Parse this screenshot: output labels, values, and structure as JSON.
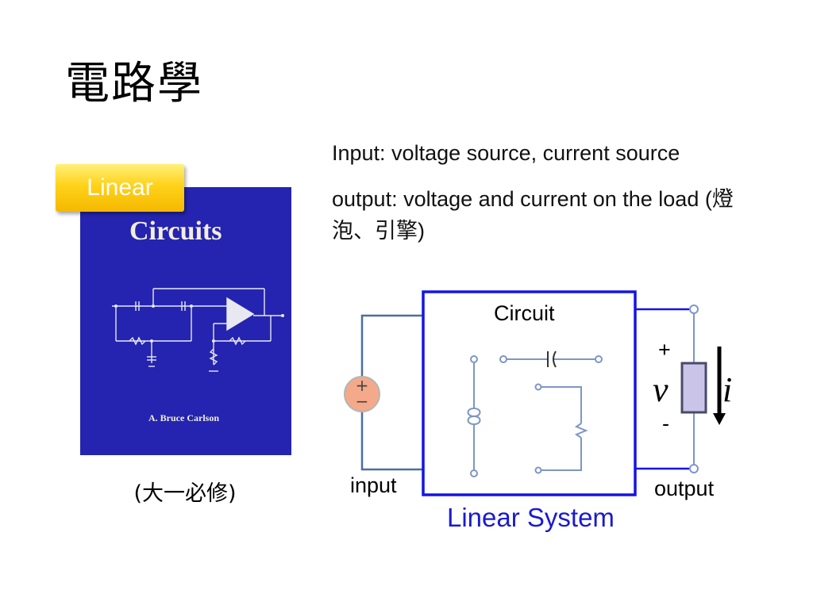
{
  "slide": {
    "title": "電路學",
    "badge": "Linear",
    "course_note": "(大一必修)"
  },
  "book": {
    "title": "Circuits",
    "author": "A. Bruce Carlson"
  },
  "text": {
    "input_desc": "Input: voltage source, current source",
    "output_desc": "output: voltage and current on the load (燈泡、引擎)"
  },
  "diagram": {
    "circuit_label": "Circuit",
    "input_label": "input",
    "output_label": "output",
    "plus": "+",
    "minus": "-",
    "voltage_symbol": "v",
    "current_symbol": "i",
    "source_plus": "+",
    "source_minus": "−",
    "system_label": "Linear System"
  },
  "colors": {
    "system_border": "#1414e6",
    "wire": "#4a6fa0",
    "source_fill": "#f4a98a",
    "load_fill": "#c9c4e8",
    "badge": "#ffd21a",
    "book_cover": "#2424b0"
  }
}
